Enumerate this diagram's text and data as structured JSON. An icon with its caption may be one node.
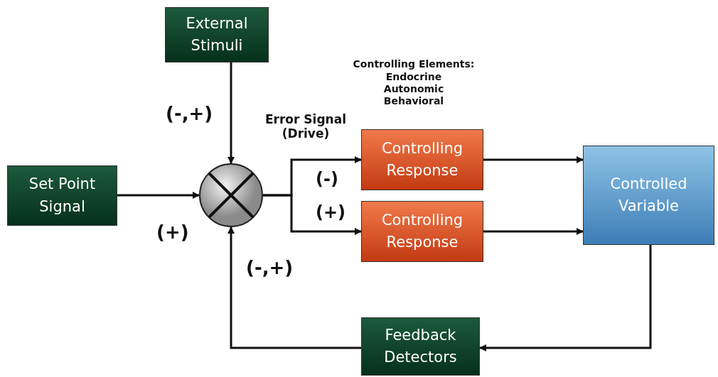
{
  "diagram": {
    "nodes": [
      {
        "text": [
          "External Stimuli"
        ]
      },
      {
        "text": [
          "Set Point Signal"
        ]
      },
      {
        "text": [],
        "shape": "circle"
      },
      {
        "text": [
          "Controlling Response"
        ]
      },
      {
        "text": [
          "Controlling Response"
        ]
      },
      {
        "text": [
          "Controlled Variable"
        ]
      },
      {
        "text": [
          "Feedback Detectors"
        ]
      }
    ],
    "edges": [
      {
        "from": 0,
        "to": 2,
        "arrow": "to"
      },
      {
        "from": 1,
        "to": 2,
        "arrow": "to"
      },
      {
        "from": 2,
        "to": 3,
        "arrow": "to"
      },
      {
        "from": 2,
        "to": 4,
        "arrow": "to"
      },
      {
        "from": 3,
        "to": 5,
        "arrow": "to"
      },
      {
        "from": 4,
        "to": 5,
        "arrow": "to"
      },
      {
        "from": 5,
        "to": 6,
        "arrow": "to"
      },
      {
        "from": 6,
        "to": 2,
        "arrow": "to"
      }
    ],
    "labels": [
      "Controlling Elements:",
      "Endocrine",
      "Autonomic",
      "Behavioral",
      "(-,+)",
      "Error Signal (Drive)",
      "(-)",
      "(+)",
      "(+)",
      "(-,+)"
    ]
  }
}
